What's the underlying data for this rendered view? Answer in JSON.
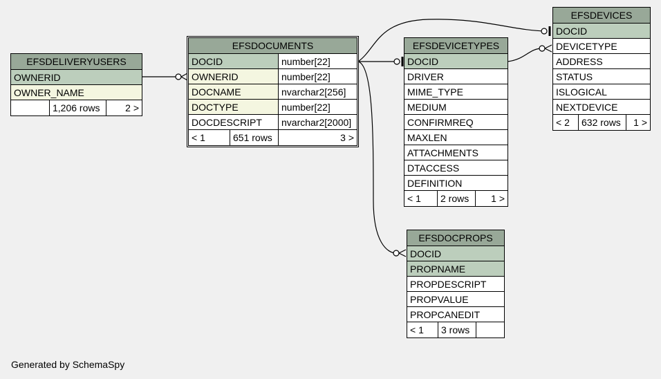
{
  "generated_by": "Generated by SchemaSpy",
  "tables": {
    "efsdeliveryusers": {
      "name": "EFSDELIVERYUSERS",
      "columns": [
        {
          "name": "OWNERID",
          "key": "pk"
        },
        {
          "name": "OWNER_NAME",
          "key": "fk"
        }
      ],
      "footer": {
        "parents": "",
        "rows": "1,206 rows",
        "children": "2 >"
      }
    },
    "efsdocuments": {
      "name": "EFSDOCUMENTS",
      "columns": [
        {
          "name": "DOCID",
          "type": "number[22]",
          "key": "pk"
        },
        {
          "name": "OWNERID",
          "type": "number[22]",
          "key": "fk"
        },
        {
          "name": "DOCNAME",
          "type": "nvarchar2[256]",
          "key": "fk"
        },
        {
          "name": "DOCTYPE",
          "type": "number[22]",
          "key": "fk"
        },
        {
          "name": "DOCDESCRIPT",
          "type": "nvarchar2[2000]",
          "key": ""
        }
      ],
      "footer": {
        "parents": "< 1",
        "rows": "651 rows",
        "children": "3 >"
      }
    },
    "efsdevicetypes": {
      "name": "EFSDEVICETYPES",
      "columns": [
        {
          "name": "DOCID",
          "key": "pk"
        },
        {
          "name": "DRIVER",
          "key": ""
        },
        {
          "name": "MIME_TYPE",
          "key": ""
        },
        {
          "name": "MEDIUM",
          "key": ""
        },
        {
          "name": "CONFIRMREQ",
          "key": ""
        },
        {
          "name": "MAXLEN",
          "key": ""
        },
        {
          "name": "ATTACHMENTS",
          "key": ""
        },
        {
          "name": "DTACCESS",
          "key": ""
        },
        {
          "name": "DEFINITION",
          "key": ""
        }
      ],
      "footer": {
        "parents": "< 1",
        "rows": "2 rows",
        "children": "1 >"
      }
    },
    "efsdevices": {
      "name": "EFSDEVICES",
      "columns": [
        {
          "name": "DOCID",
          "key": "pk"
        },
        {
          "name": "DEVICETYPE",
          "key": ""
        },
        {
          "name": "ADDRESS",
          "key": ""
        },
        {
          "name": "STATUS",
          "key": ""
        },
        {
          "name": "ISLOGICAL",
          "key": ""
        },
        {
          "name": "NEXTDEVICE",
          "key": ""
        }
      ],
      "footer": {
        "parents": "< 2",
        "rows": "632 rows",
        "children": "1 >"
      }
    },
    "efsdocprops": {
      "name": "EFSDOCPROPS",
      "columns": [
        {
          "name": "DOCID",
          "key": "pk"
        },
        {
          "name": "PROPNAME",
          "key": "pk"
        },
        {
          "name": "PROPDESCRIPT",
          "key": ""
        },
        {
          "name": "PROPVALUE",
          "key": ""
        },
        {
          "name": "PROPCANEDIT",
          "key": ""
        }
      ],
      "footer": {
        "parents": "< 1",
        "rows": "3 rows",
        "children": ""
      }
    }
  }
}
